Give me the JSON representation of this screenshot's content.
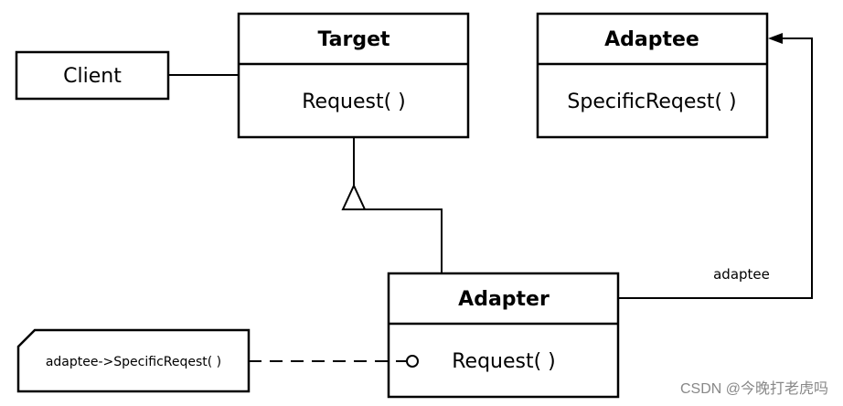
{
  "client": {
    "label": "Client"
  },
  "target": {
    "name": "Target",
    "operation": "Request( )"
  },
  "adaptee": {
    "name": "Adaptee",
    "operation": "SpecificReqest( )"
  },
  "adapter": {
    "name": "Adapter",
    "operation": "Request( )"
  },
  "association": {
    "label": "adaptee"
  },
  "note": {
    "text": "adaptee->SpecificReqest( )"
  },
  "watermark": {
    "text": "CSDN @今晚打老虎吗"
  },
  "colors": {
    "stroke": "#000000",
    "background": "#ffffff",
    "watermark": "#888888"
  }
}
